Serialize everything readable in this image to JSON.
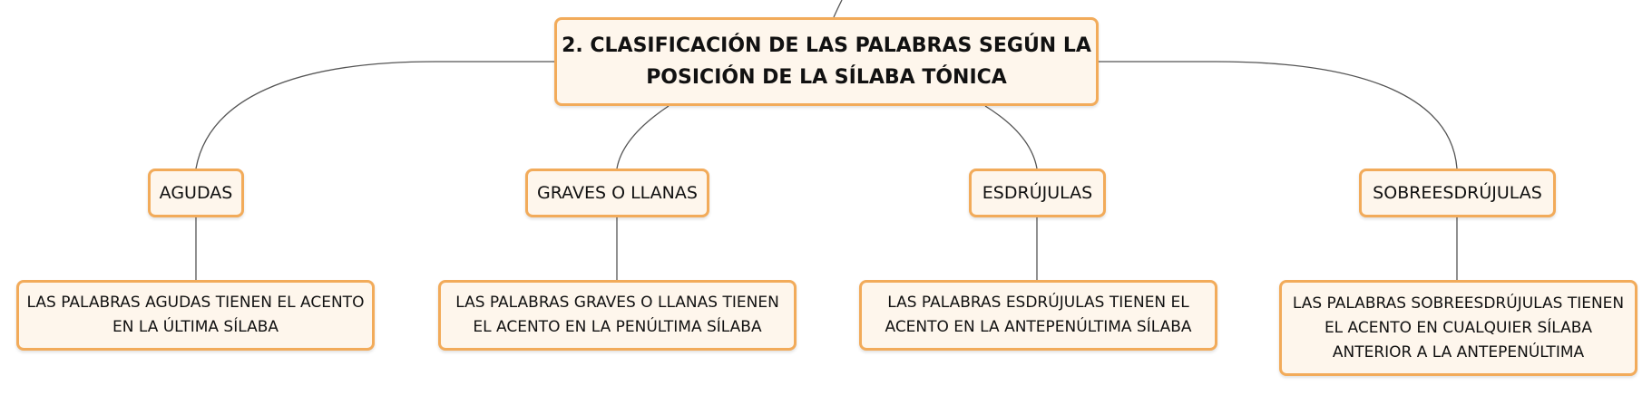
{
  "diagram": {
    "root": {
      "label": "2. CLASIFICACIÓN DE LAS PALABRAS SEGÚN LA POSICIÓN DE LA SÍLABA TÓNICA"
    },
    "branches": [
      {
        "label": "AGUDAS",
        "description": "LAS PALABRAS AGUDAS TIENEN EL ACENTO EN LA ÚLTIMA SÍLABA"
      },
      {
        "label": "GRAVES O LLANAS",
        "description": "LAS PALABRAS GRAVES O LLANAS TIENEN EL ACENTO EN LA PENÚLTIMA SÍLABA"
      },
      {
        "label": "ESDRÚJULAS",
        "description": "LAS PALABRAS ESDRÚJULAS TIENEN EL ACENTO EN LA ANTEPENÚLTIMA SÍLABA"
      },
      {
        "label": "SOBREESDRÚJULAS",
        "description": "LAS PALABRAS SOBREESDRÚJULAS TIENEN EL ACENTO EN CUALQUIER SÍLABA ANTERIOR A LA ANTEPENÚLTIMA"
      }
    ]
  },
  "colors": {
    "node_border": "#f2ab5a",
    "node_fill": "#fef6ec",
    "connector": "#555555"
  }
}
